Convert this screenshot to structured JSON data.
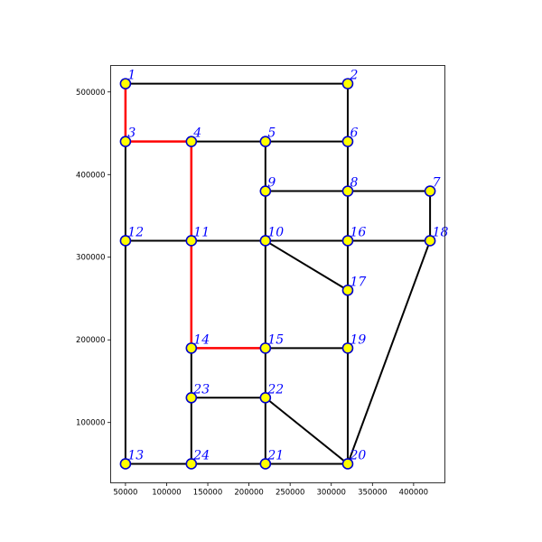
{
  "colors": {
    "edge": "#000000",
    "highlight": "#ff0000",
    "node_fill": "#ffff00",
    "node_stroke": "#0000cc",
    "label": "#0000ff"
  },
  "chart_data": {
    "type": "network",
    "xlim": [
      32000,
      438000
    ],
    "ylim": [
      27000,
      532000
    ],
    "x_ticks": [
      50000,
      100000,
      150000,
      200000,
      250000,
      300000,
      350000,
      400000
    ],
    "x_tick_labels": [
      "50000",
      "100000",
      "150000",
      "200000",
      "250000",
      "300000",
      "350000",
      "400000"
    ],
    "y_ticks": [
      100000,
      200000,
      300000,
      400000,
      500000
    ],
    "y_tick_labels": [
      "100000",
      "200000",
      "300000",
      "400000",
      "500000"
    ],
    "nodes": [
      {
        "id": "1",
        "x": 50000,
        "y": 510000
      },
      {
        "id": "2",
        "x": 320000,
        "y": 510000
      },
      {
        "id": "3",
        "x": 50000,
        "y": 440000
      },
      {
        "id": "4",
        "x": 130000,
        "y": 440000
      },
      {
        "id": "5",
        "x": 220000,
        "y": 440000
      },
      {
        "id": "6",
        "x": 320000,
        "y": 440000
      },
      {
        "id": "7",
        "x": 420000,
        "y": 380000
      },
      {
        "id": "8",
        "x": 320000,
        "y": 380000
      },
      {
        "id": "9",
        "x": 220000,
        "y": 380000
      },
      {
        "id": "10",
        "x": 220000,
        "y": 320000
      },
      {
        "id": "11",
        "x": 130000,
        "y": 320000
      },
      {
        "id": "12",
        "x": 50000,
        "y": 320000
      },
      {
        "id": "13",
        "x": 50000,
        "y": 50000
      },
      {
        "id": "14",
        "x": 130000,
        "y": 190000
      },
      {
        "id": "15",
        "x": 220000,
        "y": 190000
      },
      {
        "id": "16",
        "x": 320000,
        "y": 320000
      },
      {
        "id": "17",
        "x": 320000,
        "y": 260000
      },
      {
        "id": "18",
        "x": 420000,
        "y": 320000
      },
      {
        "id": "19",
        "x": 320000,
        "y": 190000
      },
      {
        "id": "20",
        "x": 320000,
        "y": 50000
      },
      {
        "id": "21",
        "x": 220000,
        "y": 50000
      },
      {
        "id": "22",
        "x": 220000,
        "y": 130000
      },
      {
        "id": "23",
        "x": 130000,
        "y": 130000
      },
      {
        "id": "24",
        "x": 130000,
        "y": 50000
      }
    ],
    "edges": [
      [
        "1",
        "2"
      ],
      [
        "1",
        "3"
      ],
      [
        "2",
        "6"
      ],
      [
        "3",
        "4"
      ],
      [
        "3",
        "12"
      ],
      [
        "4",
        "5"
      ],
      [
        "4",
        "11"
      ],
      [
        "5",
        "6"
      ],
      [
        "5",
        "9"
      ],
      [
        "6",
        "8"
      ],
      [
        "7",
        "8"
      ],
      [
        "7",
        "18"
      ],
      [
        "8",
        "9"
      ],
      [
        "8",
        "16"
      ],
      [
        "9",
        "10"
      ],
      [
        "10",
        "11"
      ],
      [
        "10",
        "15"
      ],
      [
        "10",
        "16"
      ],
      [
        "10",
        "17"
      ],
      [
        "11",
        "12"
      ],
      [
        "11",
        "14"
      ],
      [
        "12",
        "13"
      ],
      [
        "13",
        "24"
      ],
      [
        "14",
        "15"
      ],
      [
        "14",
        "23"
      ],
      [
        "15",
        "19"
      ],
      [
        "15",
        "22"
      ],
      [
        "16",
        "17"
      ],
      [
        "16",
        "18"
      ],
      [
        "17",
        "19"
      ],
      [
        "18",
        "20"
      ],
      [
        "19",
        "20"
      ],
      [
        "20",
        "21"
      ],
      [
        "20",
        "22"
      ],
      [
        "21",
        "22"
      ],
      [
        "21",
        "24"
      ],
      [
        "22",
        "23"
      ],
      [
        "23",
        "24"
      ]
    ],
    "highlighted_path": [
      "1",
      "3",
      "4",
      "11",
      "14",
      "15"
    ]
  }
}
